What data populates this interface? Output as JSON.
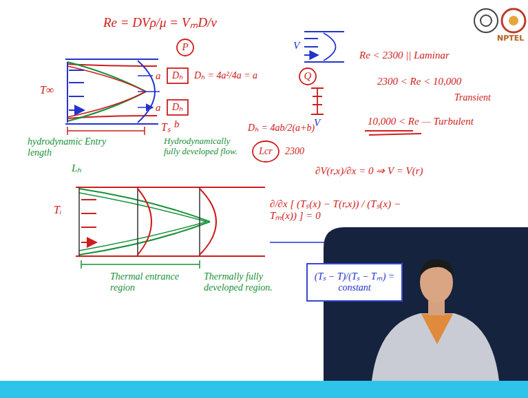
{
  "diagram": {
    "nodes": [
      {
        "text": [
          "P"
        ]
      },
      {
        "text": [
          "Dₕ"
        ]
      },
      {
        "text": [
          "Dₕ"
        ]
      },
      {
        "text": [
          "Lcr"
        ]
      },
      {
        "text": [
          "Q"
        ]
      },
      {
        "text": [
          "(Tₛ − T)/(Tₛ − Tₘ) = constant"
        ]
      }
    ],
    "labels": [
      "Re = DVρ/μ = VₘD/ν",
      "T∞",
      "Tₛ",
      "hydrodynamic Entry length",
      "Lₕ",
      "Hydrodynamically fully developed flow.",
      "a",
      "Dₕ = 4a²/4a = a",
      "a",
      "b",
      "Dₕ = 4ab/2(a+b)",
      "2300",
      "V",
      "V",
      "Re < 2300 || Laminar",
      "2300 < Re < 10,000",
      "Transient",
      "10,000 < Re — Turbulent",
      "∂V(r,x)/∂x = 0 ⇒ V = V(r)",
      "Tᵢ",
      "Thermal entrance region",
      "Thermally fully developed region.",
      "∂/∂x [ (Tₛ(x) − T(r,x)) / (Tₛ(x) − Tₘ(x)) ] = 0",
      "NPTEL"
    ]
  }
}
